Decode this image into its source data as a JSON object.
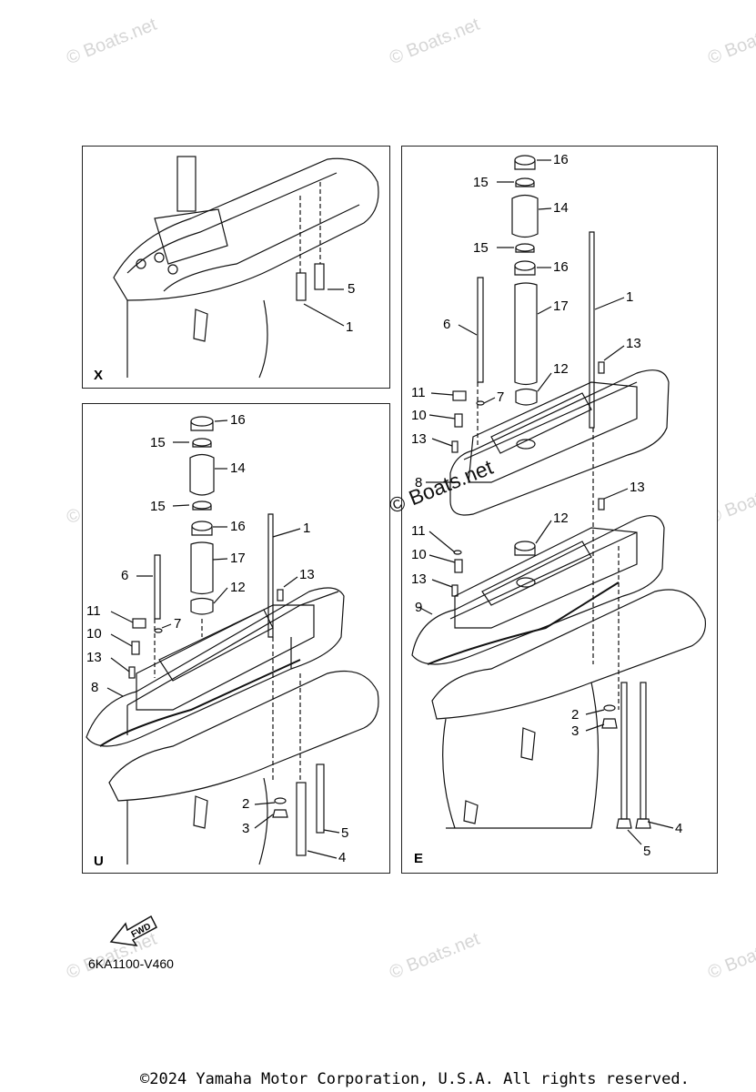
{
  "watermark": "© Boats.net",
  "center_watermark": "© Boats.net",
  "panels": {
    "x": {
      "letter": "X",
      "callouts": [
        "5",
        "1"
      ]
    },
    "u": {
      "letter": "U",
      "callouts": [
        "16",
        "15",
        "14",
        "15",
        "16",
        "1",
        "17",
        "6",
        "12",
        "13",
        "11",
        "7",
        "10",
        "13",
        "8",
        "2",
        "3",
        "5",
        "4"
      ]
    },
    "e": {
      "letter": "E",
      "callouts": [
        "16",
        "15",
        "14",
        "15",
        "16",
        "17",
        "1",
        "6",
        "13",
        "12",
        "11",
        "7",
        "10",
        "13",
        "8",
        "13",
        "12",
        "11",
        "10",
        "13",
        "9",
        "2",
        "3",
        "4",
        "5"
      ]
    }
  },
  "fwd_label": "FWD",
  "part_number": "6KA1100-V460",
  "copyright": "©2024 Yamaha Motor Corporation, U.S.A. All rights reserved."
}
